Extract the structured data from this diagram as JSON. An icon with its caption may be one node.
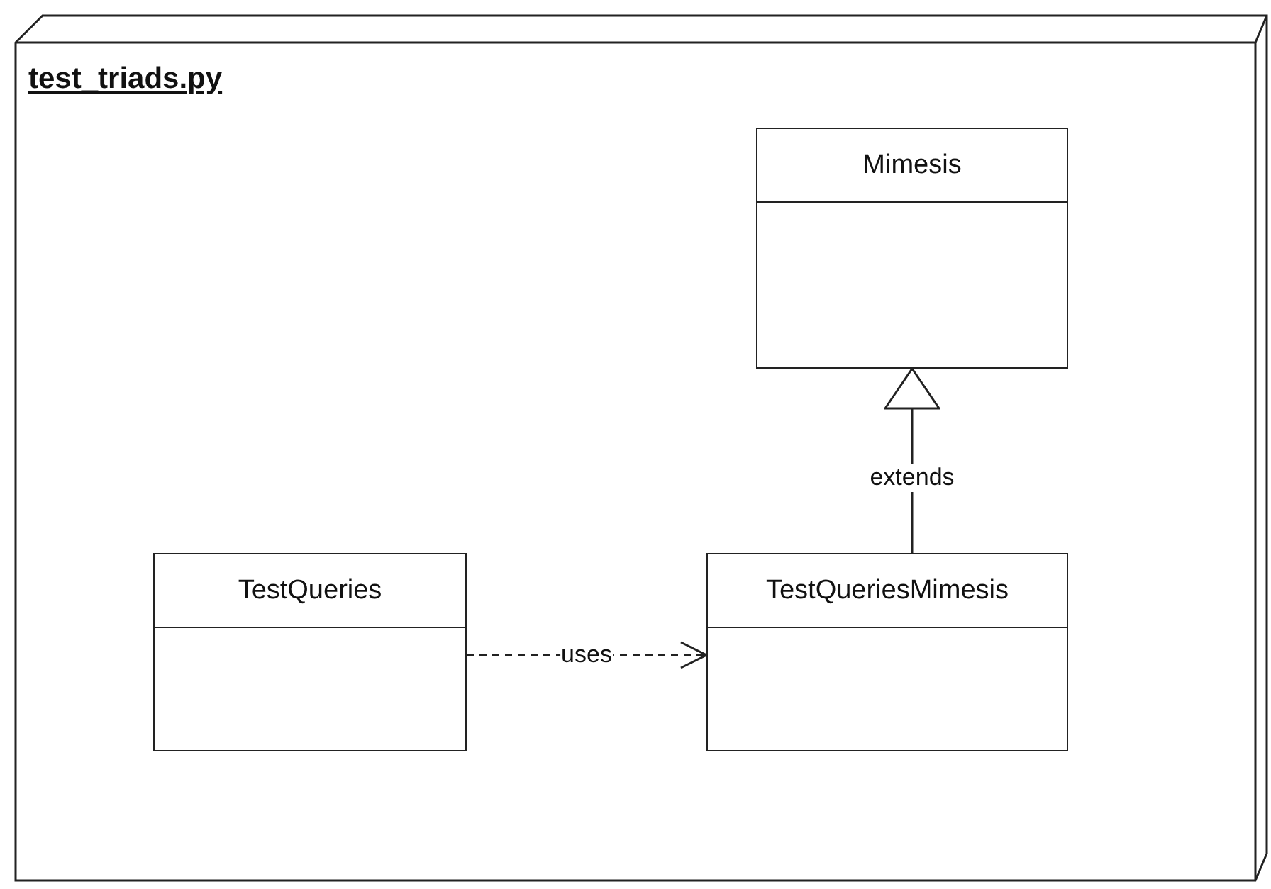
{
  "diagram": {
    "nodes": [
      {
        "text": [
          "test_triads.py"
        ]
      },
      {
        "text": [
          "Mimesis"
        ],
        "in": 0
      },
      {
        "text": [
          "TestQueries"
        ],
        "in": 0
      },
      {
        "text": [
          "TestQueriesMimesis"
        ],
        "in": 0
      }
    ],
    "edges": [
      {
        "from": 3,
        "to": 1,
        "arrow": "to",
        "label": "extends"
      },
      {
        "from": 2,
        "to": 3,
        "arrow": "to",
        "label": "uses",
        "style": "dashed"
      }
    ]
  }
}
